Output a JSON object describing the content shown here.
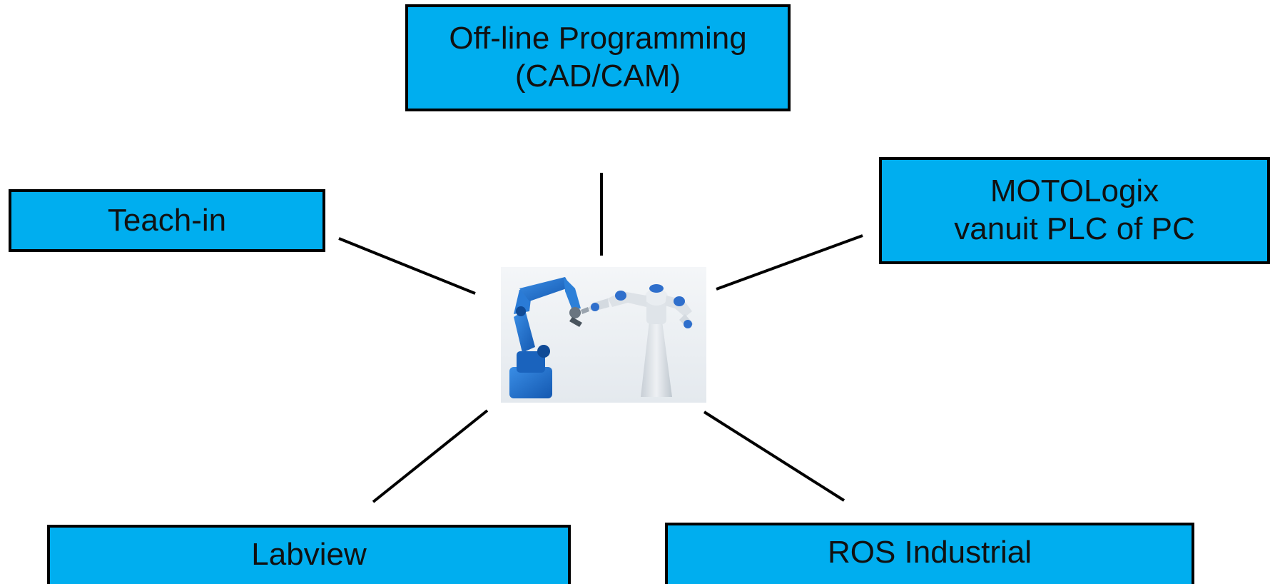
{
  "hub": {
    "image": "industrial-robots-illustration"
  },
  "nodes": {
    "offline": {
      "line1": "Off-line Programming",
      "line2": "(CAD/CAM)"
    },
    "teachin": {
      "line1": "Teach-in"
    },
    "motologix": {
      "line1": "MOTOLogix",
      "line2": "vanuit PLC of PC"
    },
    "labview": {
      "line1": "Labview"
    },
    "ros": {
      "line1": "ROS Industrial"
    }
  },
  "colors": {
    "box_fill": "#00AEEF",
    "box_border": "#000000",
    "connector": "#000000",
    "robot_blue": "#1E73C8",
    "robot_white": "#D9DEE3"
  }
}
